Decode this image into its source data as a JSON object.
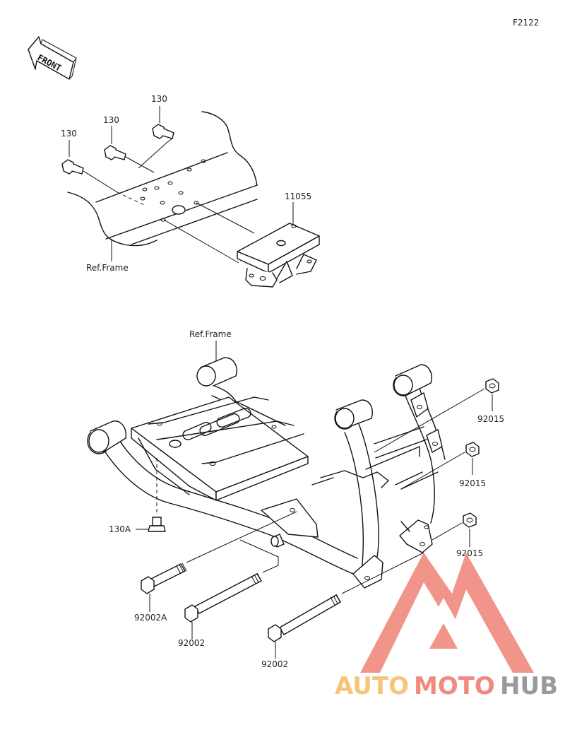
{
  "diagram_code": "F2122",
  "front_label": "FRONT",
  "labels": {
    "ref_frame_top": "Ref.Frame",
    "ref_frame_bottom": "Ref.Frame",
    "part_130_a": "130",
    "part_130_b": "130",
    "part_130_c": "130",
    "part_11055": "11055",
    "part_130A": "130A",
    "part_92015_a": "92015",
    "part_92015_b": "92015",
    "part_92015_c": "92015",
    "part_92002A": "92002A",
    "part_92002_a": "92002",
    "part_92002_b": "92002"
  },
  "watermark": {
    "auto": "AUTO",
    "moto": "MOTO",
    "hub": "HUB",
    "colors": {
      "auto": "#f7c57a",
      "moto": "#f08a7e",
      "hub": "#9a9a9a",
      "logo": "#f08a7e"
    }
  }
}
